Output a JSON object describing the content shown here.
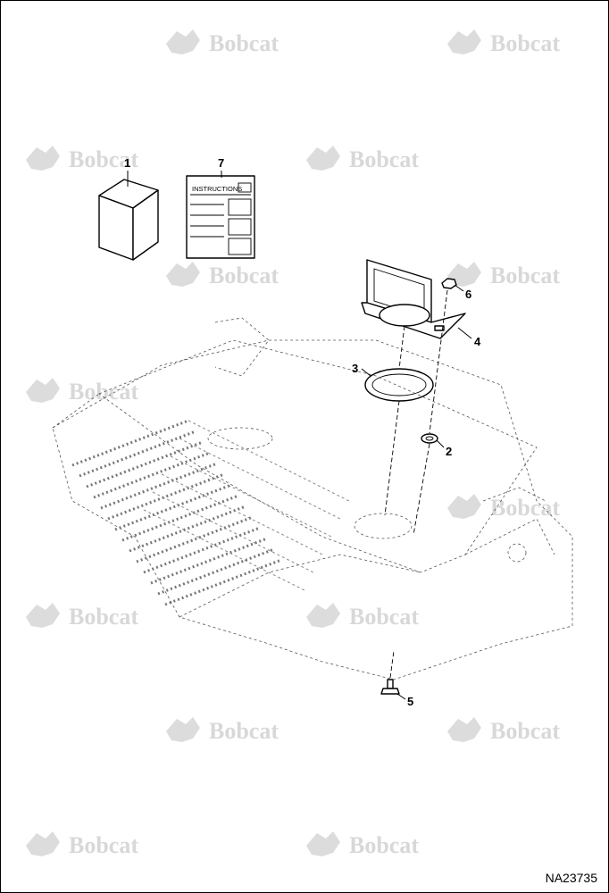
{
  "watermark": {
    "text": "Bobcat",
    "color": "#d8d8d8"
  },
  "instructions_label": "INSTRUCTIONS",
  "callouts": [
    {
      "id": "1",
      "label": "1"
    },
    {
      "id": "2",
      "label": "2"
    },
    {
      "id": "3",
      "label": "3"
    },
    {
      "id": "4",
      "label": "4"
    },
    {
      "id": "5",
      "label": "5"
    },
    {
      "id": "6",
      "label": "6"
    },
    {
      "id": "7",
      "label": "7"
    }
  ],
  "figure_id": "NA23735"
}
